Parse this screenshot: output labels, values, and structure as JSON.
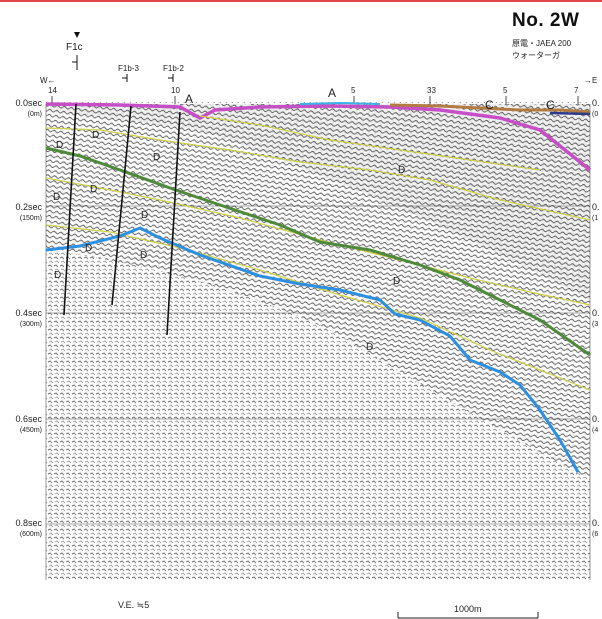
{
  "header": {
    "title": "No. 2W",
    "subtitle_line1": "原電・JAEA 200",
    "subtitle_line2": "ウォーターガ"
  },
  "fault_marks": {
    "main": "F1c",
    "left": "F1b-3",
    "right": "F1b-2"
  },
  "direction": {
    "west": "W←",
    "east": "→E"
  },
  "shot_points": [
    "14",
    "10",
    "5",
    "33",
    "5",
    "7"
  ],
  "left_axis": [
    {
      "time": "0.0sec",
      "depth": "(0m)"
    },
    {
      "time": "0.2sec",
      "depth": "(150m)"
    },
    {
      "time": "0.4sec",
      "depth": "(300m)"
    },
    {
      "time": "0.6sec",
      "depth": "(450m)"
    },
    {
      "time": "0.8sec",
      "depth": "(600m)"
    }
  ],
  "right_axis": [
    {
      "time": "0.",
      "depth": "(0"
    },
    {
      "time": "0.",
      "depth": "(1"
    },
    {
      "time": "0.",
      "depth": "(3"
    },
    {
      "time": "0.",
      "depth": "(4"
    },
    {
      "time": "0.",
      "depth": "(6"
    }
  ],
  "unit_labels": {
    "A": "A",
    "A1": "A",
    "C2": "C",
    "C1": "C",
    "D1": "D",
    "D2": "D",
    "D3": "D"
  },
  "footer": {
    "ve": "V.E. ≒5",
    "scale": "1000m"
  },
  "colors": {
    "magenta": "#c64fc8",
    "brown": "#b27b42",
    "cyan": "#3cb3e6",
    "yellow": "#cfd04a",
    "green": "#4e8a3a",
    "blue": "#2d8fe0",
    "accent_red": "#e1464b"
  }
}
